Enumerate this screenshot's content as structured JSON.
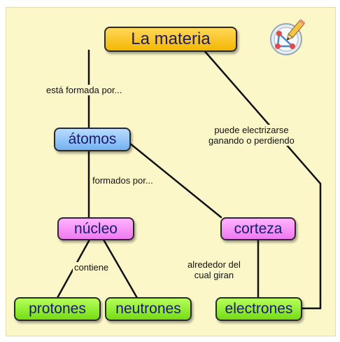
{
  "nodes": {
    "materia": "La materia",
    "atomos": "átomos",
    "nucleo": "núcleo",
    "corteza": "corteza",
    "protones": "protones",
    "neutrones": "neutrones",
    "electrones": "electrones"
  },
  "links": {
    "esta_formada": "está formada por...",
    "formados_por": "formados por...",
    "contiene": "contiene",
    "electrizarse_1": "puede electrizarse",
    "electrizarse_2": "ganando o perdiendo",
    "alrededor_1": "alrededor del",
    "alrededor_2": "cual giran"
  },
  "colors": {
    "yellow": "#f4b800",
    "blue": "#72b2f2",
    "pink": "#f079f0",
    "green": "#74dc14",
    "text": "#1b1b6e",
    "background": "#fbf7c9"
  },
  "icons": {
    "logo": "pencil-compass-icon"
  }
}
